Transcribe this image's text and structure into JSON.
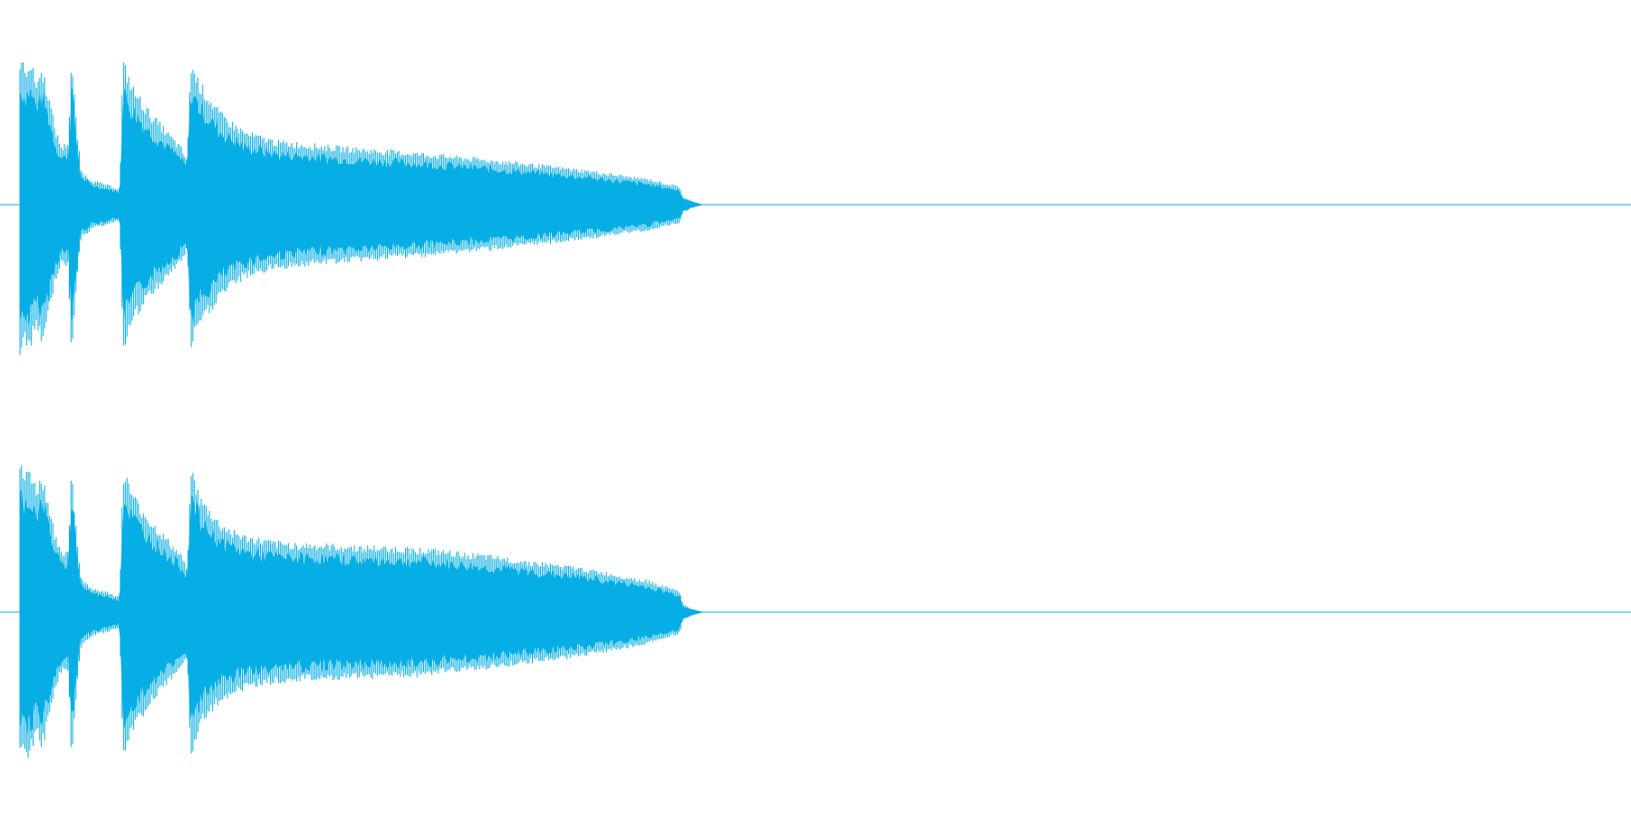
{
  "waveform": {
    "color": "#06aee5",
    "channels": [
      {
        "label": "",
        "envelope": [
          [
            0.0,
            0.98
          ],
          [
            0.003,
            0.9
          ],
          [
            0.006,
            0.96
          ],
          [
            0.01,
            0.82
          ],
          [
            0.014,
            0.9
          ],
          [
            0.018,
            0.72
          ],
          [
            0.022,
            0.5
          ],
          [
            0.026,
            0.38
          ],
          [
            0.03,
            0.42
          ],
          [
            0.032,
            0.98
          ],
          [
            0.035,
            0.55
          ],
          [
            0.038,
            0.22
          ],
          [
            0.045,
            0.16
          ],
          [
            0.055,
            0.13
          ],
          [
            0.062,
            0.1
          ],
          [
            0.064,
            0.95
          ],
          [
            0.07,
            0.78
          ],
          [
            0.08,
            0.62
          ],
          [
            0.09,
            0.5
          ],
          [
            0.1,
            0.38
          ],
          [
            0.104,
            0.3
          ],
          [
            0.106,
            0.95
          ],
          [
            0.112,
            0.8
          ],
          [
            0.125,
            0.6
          ],
          [
            0.14,
            0.48
          ],
          [
            0.16,
            0.42
          ],
          [
            0.2,
            0.38
          ],
          [
            0.25,
            0.34
          ],
          [
            0.3,
            0.29
          ],
          [
            0.35,
            0.23
          ],
          [
            0.39,
            0.17
          ],
          [
            0.41,
            0.12
          ],
          [
            0.412,
            0.05
          ],
          [
            0.42,
            0.015
          ],
          [
            0.425,
            0.0
          ],
          [
            1.0,
            0.0
          ]
        ]
      },
      {
        "label": "",
        "envelope": [
          [
            0.0,
            0.98
          ],
          [
            0.003,
            0.9
          ],
          [
            0.006,
            0.96
          ],
          [
            0.01,
            0.82
          ],
          [
            0.014,
            0.9
          ],
          [
            0.018,
            0.72
          ],
          [
            0.022,
            0.5
          ],
          [
            0.026,
            0.38
          ],
          [
            0.03,
            0.42
          ],
          [
            0.032,
            0.98
          ],
          [
            0.035,
            0.55
          ],
          [
            0.038,
            0.22
          ],
          [
            0.045,
            0.16
          ],
          [
            0.055,
            0.13
          ],
          [
            0.062,
            0.1
          ],
          [
            0.064,
            0.95
          ],
          [
            0.07,
            0.78
          ],
          [
            0.08,
            0.62
          ],
          [
            0.09,
            0.5
          ],
          [
            0.1,
            0.38
          ],
          [
            0.104,
            0.3
          ],
          [
            0.106,
            0.97
          ],
          [
            0.112,
            0.75
          ],
          [
            0.125,
            0.58
          ],
          [
            0.14,
            0.5
          ],
          [
            0.16,
            0.46
          ],
          [
            0.2,
            0.44
          ],
          [
            0.25,
            0.42
          ],
          [
            0.3,
            0.36
          ],
          [
            0.35,
            0.29
          ],
          [
            0.39,
            0.21
          ],
          [
            0.41,
            0.14
          ],
          [
            0.412,
            0.05
          ],
          [
            0.42,
            0.015
          ],
          [
            0.425,
            0.0
          ],
          [
            1.0,
            0.0
          ]
        ]
      }
    ]
  }
}
